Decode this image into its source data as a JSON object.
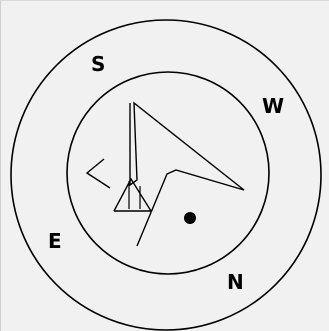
{
  "compass": {
    "labels": {
      "south": "S",
      "west": "W",
      "east": "E",
      "north": "N"
    },
    "colors": {
      "background": "#f1f1f1",
      "stroke": "#000000"
    }
  }
}
